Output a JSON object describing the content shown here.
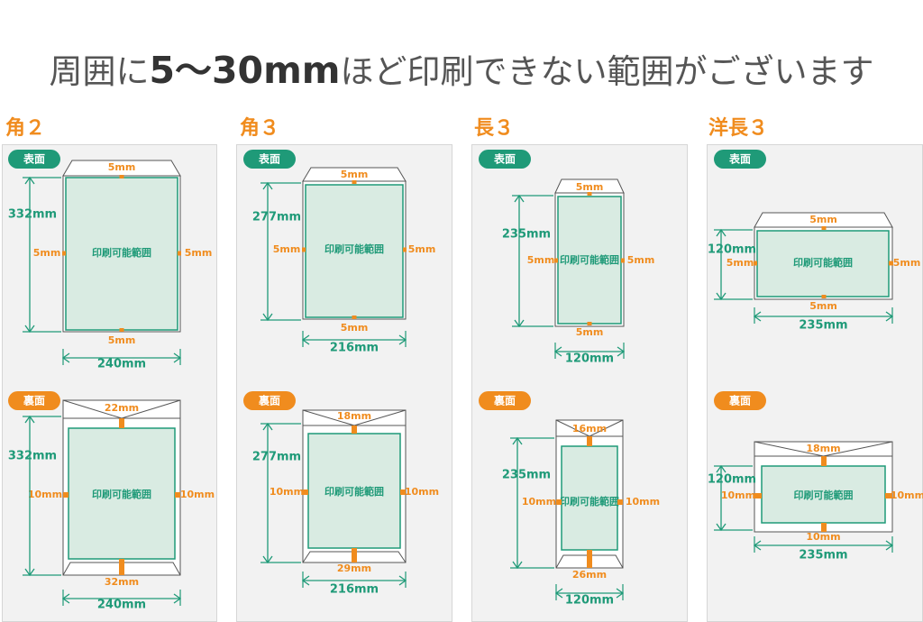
{
  "header": {
    "pre": "周囲に",
    "bold": "5〜30mm",
    "post": "ほど印刷できない範囲がございます"
  },
  "columns": [
    {
      "title": "角２",
      "front": {
        "badge": "表面",
        "top": "5mm",
        "bottom": "5mm",
        "left": "5mm",
        "right": "5mm",
        "height": "332mm",
        "width": "240mm",
        "inner": "印刷可能範囲"
      },
      "back": {
        "badge": "裏面",
        "top": "22mm",
        "bottom": "32mm",
        "left": "10mm",
        "right": "10mm",
        "height": "332mm",
        "width": "240mm",
        "inner": "印刷可能範囲"
      }
    },
    {
      "title": "角３",
      "front": {
        "badge": "表面",
        "top": "5mm",
        "bottom": "5mm",
        "left": "5mm",
        "right": "5mm",
        "height": "277mm",
        "width": "216mm",
        "inner": "印刷可能範囲"
      },
      "back": {
        "badge": "裏面",
        "top": "18mm",
        "bottom": "29mm",
        "left": "10mm",
        "right": "10mm",
        "height": "277mm",
        "width": "216mm",
        "inner": "印刷可能範囲"
      }
    },
    {
      "title": "長３",
      "front": {
        "badge": "表面",
        "top": "5mm",
        "bottom": "5mm",
        "left": "5mm",
        "right": "5mm",
        "height": "235mm",
        "width": "120mm",
        "inner": "印刷可能範囲"
      },
      "back": {
        "badge": "裏面",
        "top": "16mm",
        "bottom": "26mm",
        "left": "10mm",
        "right": "10mm",
        "height": "235mm",
        "width": "120mm",
        "inner": "印刷可能範囲"
      }
    },
    {
      "title": "洋長３",
      "front": {
        "badge": "表面",
        "top": "5mm",
        "bottom": "5mm",
        "left": "5mm",
        "right": "5mm",
        "height": "120mm",
        "width": "235mm",
        "inner": "印刷可能範囲"
      },
      "back": {
        "badge": "裏面",
        "top": "18mm",
        "bottom": "10mm",
        "left": "10mm",
        "right": "10mm",
        "height": "120mm",
        "width": "235mm",
        "inner": "印刷可能範囲"
      }
    }
  ],
  "colors": {
    "front_badge": "#1f9a78",
    "back_badge": "#f08c1e",
    "dimension": "#1f9a78",
    "margin_marker": "#f08c1e",
    "printable_fill": "#d9ebe2"
  }
}
